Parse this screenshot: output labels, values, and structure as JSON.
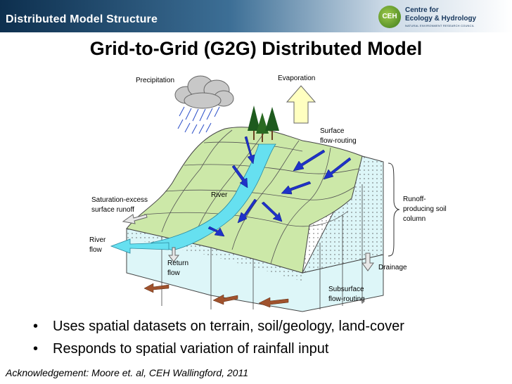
{
  "header": {
    "section_title": "Distributed Model Structure",
    "colors": {
      "bar_dark": "#0d2f4e",
      "bar_light": "#cbd9e6"
    }
  },
  "logo": {
    "badge": "CEH",
    "line1": "Centre for",
    "line2": "Ecology & Hydrology",
    "line3": "NATURAL ENVIRONMENT RESEARCH COUNCIL"
  },
  "title": "Grid-to-Grid (G2G) Distributed Model",
  "diagram": {
    "labels": {
      "precipitation": "Precipitation",
      "evaporation": "Evaporation",
      "surface_routing_1": "Surface",
      "surface_routing_2": "flow-routing",
      "river": "River",
      "saturation_1": "Saturation-excess",
      "saturation_2": "surface runoff",
      "runoff_soil_1": "Runoff-",
      "runoff_soil_2": "producing soil",
      "runoff_soil_3": "column",
      "river_flow_1": "River",
      "river_flow_2": "flow",
      "return_flow_1": "Return",
      "return_flow_2": "flow",
      "drainage": "Drainage",
      "subsurface_1": "Subsurface",
      "subsurface_2": "flow-routing"
    },
    "colors": {
      "terrain_top": "#cce8a8",
      "soil_block": "#ddf6f8",
      "river": "#66e0f0",
      "surface_arrow": "#1f32c8",
      "subsurface_arrow": "#a0522d",
      "evaporation_arrow": "#ffffc0",
      "cloud": "#c8c8c8"
    }
  },
  "bullets": [
    "Uses spatial datasets on terrain, soil/geology, land-cover",
    "Responds to spatial variation of rainfall input"
  ],
  "acknowledgement": "Acknowledgement: Moore et. al, CEH Wallingford, 2011"
}
